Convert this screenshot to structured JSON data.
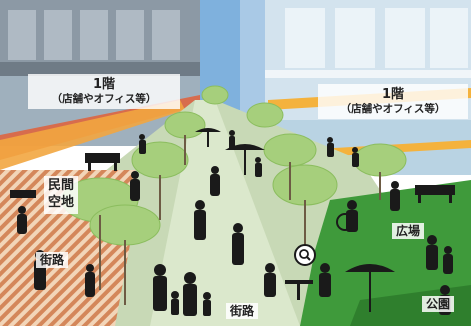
{
  "labels": {
    "left_floor": "1階",
    "left_floor_sub": "（店舗やオフィス等）",
    "right_floor": "1階",
    "right_floor_sub": "（店舗やオフィス等）",
    "private_open_space_line1": "民間",
    "private_open_space_line2": "空地",
    "street_left": "街路",
    "street_center": "街路",
    "plaza": "広場",
    "park": "公園"
  },
  "icons": {
    "magnifier": "magnifier-icon"
  },
  "colors": {
    "sky": "#bcd9ef",
    "building_left": "#8e9aa6",
    "building_right": "#d7e5ef",
    "promenade": "#c9d8b8",
    "private_space_stripes": "#d4875a",
    "plaza_green": "#3f9a3b",
    "canopy_yellow": "#f4b23d",
    "tree_green": "#a6cf7c",
    "silhouette": "#1a1a1a"
  }
}
